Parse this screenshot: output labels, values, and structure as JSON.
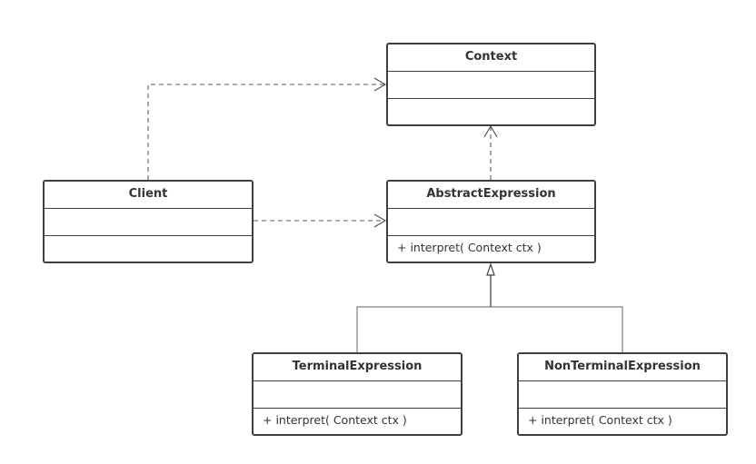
{
  "classes": {
    "context": {
      "name": "Context",
      "operations": ""
    },
    "client": {
      "name": "Client",
      "operations": ""
    },
    "abstract": {
      "name": "AbstractExpression",
      "operations": "+ interpret( Context ctx )"
    },
    "terminal": {
      "name": "TerminalExpression",
      "operations": "+ interpret( Context ctx )"
    },
    "nonterminal": {
      "name": "NonTerminalExpression",
      "operations": "+ interpret( Context ctx )"
    }
  },
  "colors": {
    "border": "#3f3f3f",
    "dashed": "#777777",
    "solid": "#444444"
  }
}
